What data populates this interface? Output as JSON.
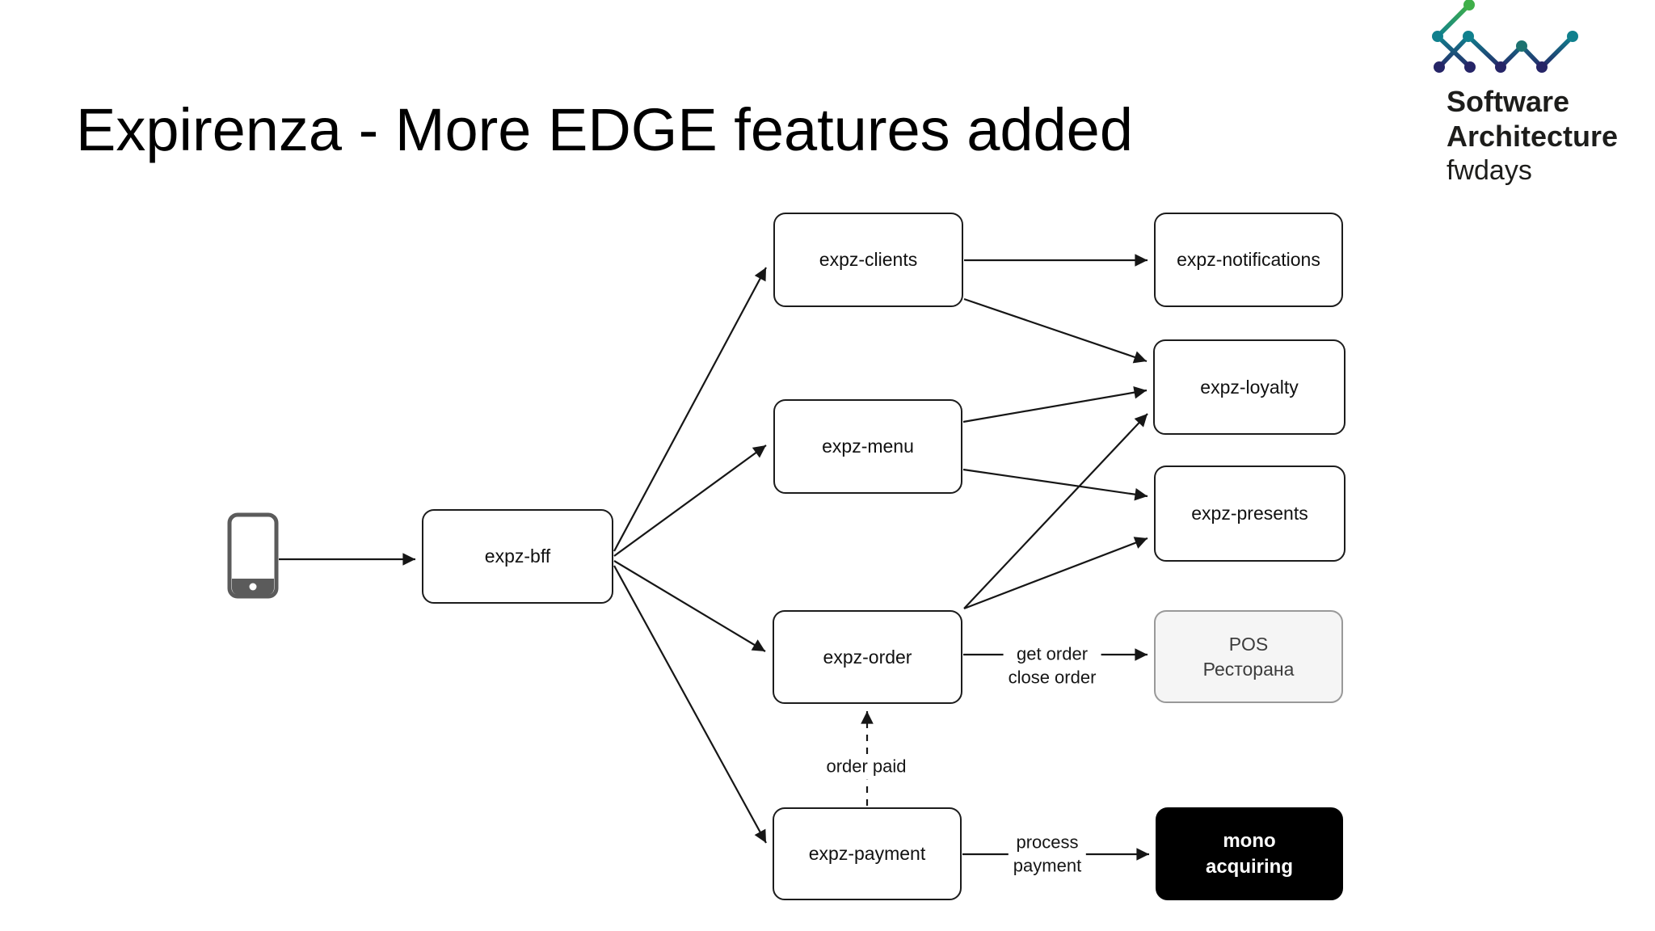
{
  "title": "Expirenza - More EDGE features added",
  "logo": {
    "brand_line1": "Software",
    "brand_line2": "Architecture",
    "brand_line3": "fwdays"
  },
  "colors": {
    "diagram_line": "#161616",
    "node_border": "#1c1c1c",
    "node_fill": "#ffffff",
    "pos_fill": "#f5f5f5",
    "pos_border": "#999999",
    "mono_fill": "#000000",
    "mono_text": "#ffffff",
    "phone_gray": "#5b5b5b",
    "logo_green": "#3faf49",
    "logo_teal": "#10808d",
    "logo_navy": "#262567",
    "logo_text": "#1d1d1b"
  },
  "nodes": {
    "bff": {
      "label": "expz-bff"
    },
    "clients": {
      "label": "expz-clients"
    },
    "notifications": {
      "label": "expz-notifications"
    },
    "loyalty": {
      "label": "expz-loyalty"
    },
    "menu": {
      "label": "expz-menu"
    },
    "presents": {
      "label": "expz-presents"
    },
    "order": {
      "label": "expz-order"
    },
    "pos": {
      "line1": "POS",
      "line2": "Ресторана"
    },
    "payment": {
      "label": "expz-payment"
    },
    "mono": {
      "line1": "mono",
      "line2": "acquiring"
    }
  },
  "edge_labels": {
    "get_order": {
      "line1": "get order",
      "line2": "close order"
    },
    "order_paid": {
      "label": "order paid"
    },
    "process_payment": {
      "line1": "process",
      "line2": "payment"
    }
  }
}
